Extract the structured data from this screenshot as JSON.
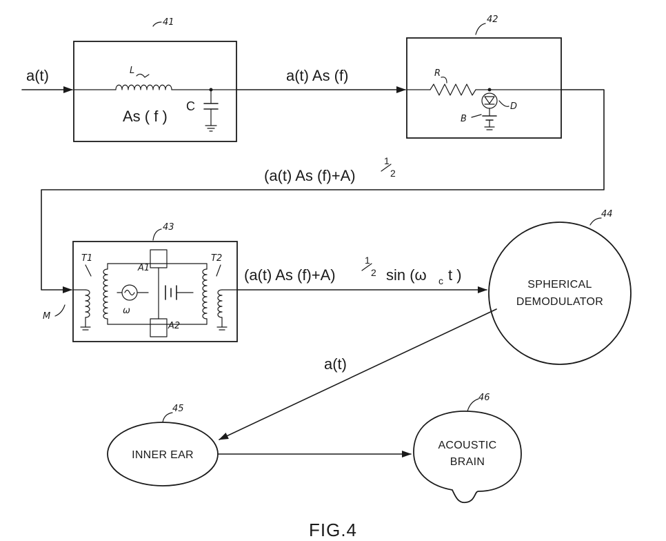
{
  "figure_label": "FIG.4",
  "refs": {
    "r41": "41",
    "r42": "42",
    "r43": "43",
    "r44": "44",
    "r45": "45",
    "r46": "46"
  },
  "signals": {
    "input": "a(t)",
    "after_41": "a(t) As (f)",
    "after_42_base": "(a(t) As (f)+A)",
    "after_42_exp_num": "1",
    "after_42_exp_den": "2",
    "after_43_base": "(a(t) As (f)+A)",
    "after_43_exp_num": "1",
    "after_43_exp_den": "2",
    "after_43_sin": "sin (ω",
    "after_43_sub": "c",
    "after_43_tail": "t )",
    "after_44": "a(t)"
  },
  "block41": {
    "inductor_label": "L",
    "capacitor_label": "C",
    "transfer": "As ( f )"
  },
  "block42": {
    "resistor_label": "R",
    "battery_label": "B",
    "diode_label": "D"
  },
  "block43": {
    "left_input_label": "M",
    "transformer1_label": "T1",
    "transformer2_label": "T2",
    "amp1_label": "A1",
    "amp2_label": "A2",
    "oscillator_label": "ω"
  },
  "nodes": {
    "demodulator_line1": "SPHERICAL",
    "demodulator_line2": "DEMODULATOR",
    "inner_ear": "INNER EAR",
    "brain_line1": "ACOUSTIC",
    "brain_line2": "BRAIN"
  }
}
